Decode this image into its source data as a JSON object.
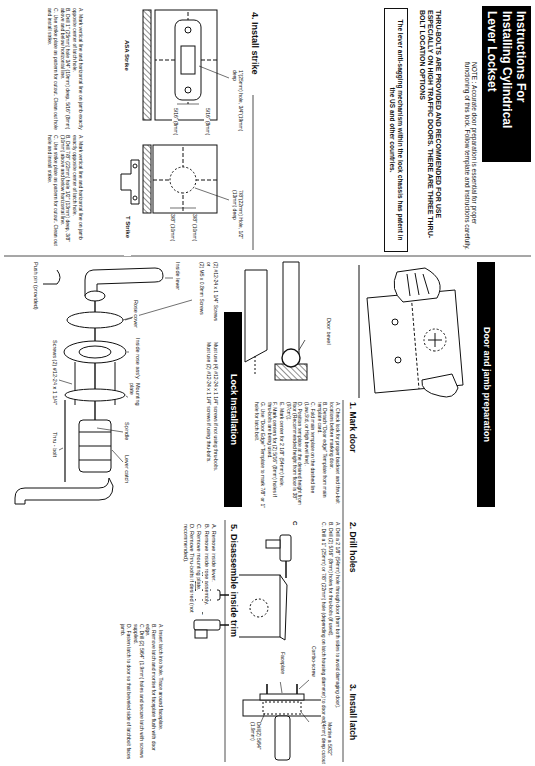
{
  "diagram": {
    "title": "Instructions For Installing Cylindrical Lever Lockset",
    "nodes": [
      {
        "text": [
          "Instructions For Installing Cylindrical Lever Lockset"
        ]
      },
      {
        "text": [
          "The lever anti-sagging mechanism within the lock chassis has patent in the US and other countries."
        ]
      },
      {
        "text": [
          "Door and jamb preparation"
        ]
      },
      {
        "text": [
          "Lock Installation"
        ]
      }
    ],
    "labels": [
      "NOTE : Accurate door preparation is essential for proper functioning of this lock. Follow template and instructions carefully.",
      "THRU-BOLTS ARE PROVIDED AND RECOMMENDED FOR USE ESPECIALLY ON HIGH TRAFFIC DOORS. THERE ARE THREE THRU-BOLT LOCATION OPTIONS",
      "Door bevel",
      "1. Mark door",
      "A. Check lock for proper backset and thru-bolt locations before marking door.",
      "B. Detach \"Door edge\" Template from main template card.",
      "C. Fold main template on the dashed line (Low,Std, or High bevel line).",
      "D. Position template at the desired height from floor (Recommended height from floor is 38\" (97cm)).",
      "E. Mark center for 2 1/8\" (54mm) hole.",
      "F. Mark centers for (2) 5/16\" (8mm) holes if thru-bolts are being used.",
      "G. Use \"Door Edge\" Template to mark 7/8\" or 1\" hole for latch bolt.",
      "2. Drill holes",
      "A. Drill a 2 1/8\" (54mm) hole through door (from both sides to avoid damaging door).",
      "B. Drill (2) 5/16\" (8mm) holes for thru-bolts (if used).",
      "C. Drill a 1\" (25mm) or 7/8\" (22mm) hole (depending on latch housing diameter) to door edge.",
      "C",
      "B",
      "A",
      "3. Install latch",
      "Combo-screw",
      "Faceplate",
      "Mortise a 5/32\" (4mm) deep cutout",
      "Drill(2) 5/64\" (1.9mm)",
      "A. Insert latch into hole. Trace around faceplate.",
      "B. Remove latch and mortise for faceplate flush with door edge.",
      "C. Drill (2) 5/64\" (1.9mm) holes and secure latch with screws supplied.",
      "D. Fasten latch to door so that beveled side of latchbolt faces jamb.",
      "4. Install strike",
      "1\"(25mm) hole, 3/4\"(19mm) deep",
      "5/16\" (8mm)",
      "5/16\" (8mm)",
      "ASA Strike",
      "A. Mark vertical line and horizontal line on jamb exactly opposite center of latch hole.",
      "B. Drill 1\" (25mm) hole 3/4\" (19mm) deep, 5/16\" (8mm) above and below horizontal line.",
      "C. Use strike plate as pattern for cutout. Clean out hole and install strike.",
      "7/8\"(22mm) Hole, 1/2\"(13mm) deep",
      "3/8\" (10mm)",
      "3/8\" (10mm)",
      "T Strike",
      "A. Mark vertical line and horizontal line on jamb exactly opposite center of latch hole.",
      "B. Drill 7/8\" (22mm) hole 1/2\" (13mm) deep, 3/8\" (10mm) above and below horizontal line.",
      "C. Use strike plate as pattern for cutout. Clean out hole and install strike.",
      "Must use (4) #12-24 x 1 1/4\" screws if not using thru-bolts.",
      "Must use (2) #12-24 x 1 1/4\" screws if using thru-bolts.",
      "(2) #12-24 x 1 1/4\" Screws",
      "or",
      "(2) M5 x 0.8mm Screws",
      "Inside lever",
      "Rose cover",
      "Inside rose ass'y",
      "Mounting plate",
      "Spindle",
      "Lever catch",
      "Screws (2) #12-24 x 1 1/4\"",
      "Thru - bolt",
      "Push pin (provided)",
      "5. Disassemble inside trim",
      "A. Remove inside lever.",
      "B. Remove inside rose assembly.",
      "C. Remove mounting plate.",
      "D. Remove Thru-bolts if desired (not recommended)."
    ]
  }
}
